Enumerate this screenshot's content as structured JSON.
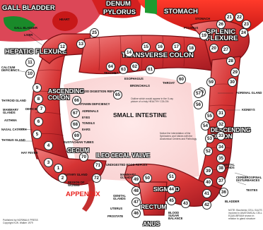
{
  "labels": {
    "gall_bladder": "GALL BLADDER",
    "duodenum": "DENUM",
    "pylorus": "PYLORUS",
    "stomach": "STOMACH",
    "splenic_flexure": "SPLENIC FLEXURE",
    "hepatic_flexure": "HEPATIC FLEXURE",
    "transverse_colon": "TRANSVERSE COLON",
    "ascending_colon": "ASCENDING COLON",
    "small_intestine": "SMALL INTESTINE",
    "descending_colon": "DESCENDING COLON",
    "cecum": "CECUM",
    "ileo_cecal_valve": "ILEO CECAL VALVE",
    "appendix": "APPENDIX",
    "sigmoid": "SIGMOID",
    "rectum": "RECTUM",
    "anus": "ANUS"
  },
  "small_labels": {
    "gall_bladder_small": "GALL BLADDER",
    "liver": "LIVER",
    "heart": "HEART",
    "stomach_small": "STOMACH",
    "pylorus_small": "PYLORUS",
    "calcium_deficiency": "CALCIUM DEFICIENCY",
    "trachea": "TRACHEA",
    "esophagus": "ESOPHAGUS",
    "bronchials": "BRONCHIALS",
    "throat": "THROAT",
    "food_digestion_reflex": "FOOD DIGESTION REFLEX",
    "vitamin_deficiency": "VITAMIN DEFICIENCY",
    "adrenals": "ADRENALS",
    "eyes": "EYES",
    "tonsils": "TONSILS",
    "ears": "EARS",
    "thyroid_gland": "THYROID GLAND",
    "mammary_glands": "MAMMARY GLANDS",
    "asthma": "ASTHMA",
    "nasal_catarrh": "NASAL CATARRH",
    "thymus_gland": "THYMUS GLAND",
    "hay_fever": "HAY FEVER",
    "eustachian_tubes": "EUSTACHIAN TUBES",
    "pituitary_gland": "PITUITARY GLAND",
    "region_of_worms": "REGION OF WORMS",
    "undigested_food_reflex": "UNDIGESTED FOOD REFLEX",
    "mammary_glands_2": "MAMMARY GLANDS",
    "genital_glands": "GENITAL GLANDS",
    "uterus": "UTERUS",
    "prostate": "PROSTATE",
    "blood_sugar_balance": "BLOOD SUGAR BALANCE",
    "adrenal_gland": "ADRENAL GLAND",
    "kidneys": "KIDNEYS",
    "genital_glands_2": "GENITAL GLANDS",
    "cerebrospinal_disturbances": "CEREBROSPINAL DISTURBANCES",
    "testes": "TESTES",
    "bladder": "BLADDER",
    "deficiency": "DEFICIENCY"
  },
  "notes": {
    "center_note": "Outline which would appear in the X-ray picture of a truly HEALTHY COLON",
    "lower_note": "Notice the interrelation of the Sphincters and Valves with the Anatomical Centers and Pathology",
    "bottom_right_note": "NOTE: Biochemic CELL SALTS involved in ANATOMICAL CELL EQUILIBRIUM shown in relation to gland structure",
    "publisher": "Published by NORWALK PRESS Copyright N.W. Walker 1979"
  },
  "numbers": [
    "25",
    "21",
    "22",
    "23",
    "24",
    "26",
    "17",
    "18",
    "19",
    "20",
    "27",
    "15",
    "16",
    "28",
    "14",
    "29",
    "30",
    "1",
    "2",
    "3",
    "4",
    "5",
    "6",
    "7",
    "8",
    "9",
    "10",
    "11",
    "12",
    "13",
    "64",
    "63",
    "62",
    "61",
    "60",
    "59",
    "58",
    "57",
    "56",
    "55",
    "54",
    "53",
    "52",
    "51",
    "50",
    "49",
    "48",
    "47",
    "46",
    "45",
    "44",
    "43",
    "42",
    "41",
    "40",
    "39",
    "38",
    "37",
    "36",
    "35",
    "34",
    "33",
    "32",
    "31",
    "65",
    "66",
    "67",
    "68",
    "69",
    "70",
    "71",
    "72"
  ],
  "colors": {
    "colon_red": "#d42828",
    "colon_dark": "#7a0d12",
    "stomach_red": "#e02020",
    "gall_bladder_green": "#1a8a2a",
    "heart_red": "#c81818"
  }
}
